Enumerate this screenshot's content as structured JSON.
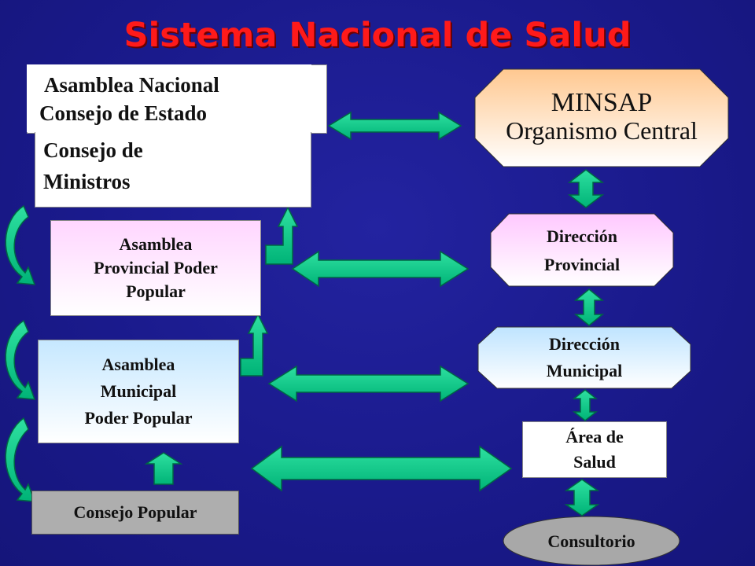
{
  "title": "Sistema Nacional de Salud",
  "left": {
    "asamblea_nacional": "Asamblea Nacional",
    "consejo_estado": "Consejo de Estado",
    "consejo_ministros": [
      "Consejo de",
      "Ministros"
    ],
    "asamblea_provincial": [
      "Asamblea",
      "Provincial Poder",
      "Popular"
    ],
    "asamblea_municipal": [
      "Asamblea",
      "Municipal",
      "Poder Popular"
    ],
    "consejo_popular": "Consejo Popular"
  },
  "right": {
    "minsap": [
      "MINSAP",
      "Organismo Central"
    ],
    "direccion_provincial": [
      "Dirección",
      "Provincial"
    ],
    "direccion_municipal": [
      "Dirección",
      "Municipal"
    ],
    "area_salud": [
      "Área de",
      "Salud"
    ],
    "consultorio": "Consultorio"
  },
  "colors": {
    "background": "#1a1a8c",
    "title": "#ff1a1a",
    "arrow": "#00cc88"
  }
}
